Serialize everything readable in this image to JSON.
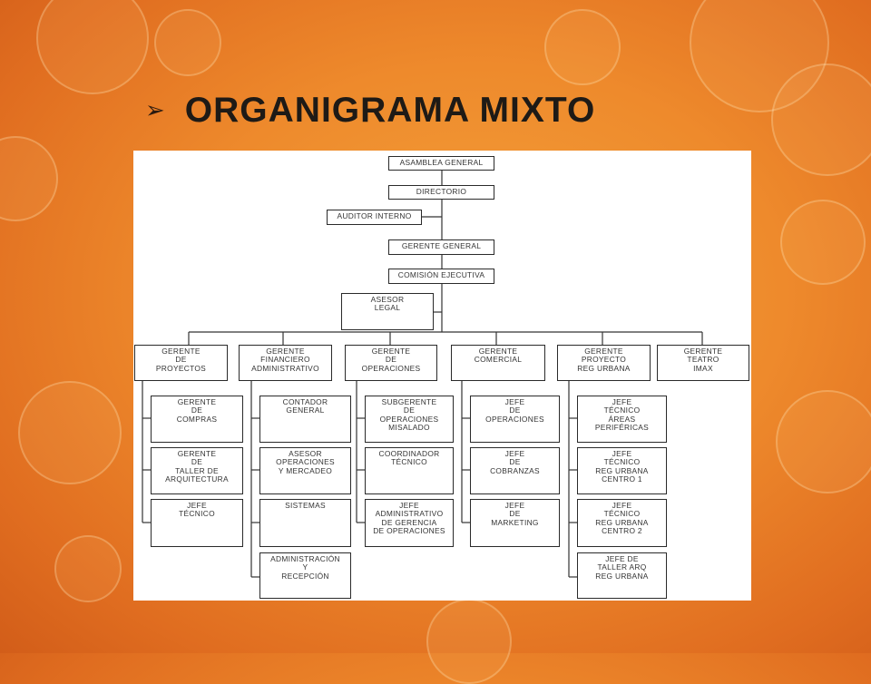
{
  "slide": {
    "bullet_icon": "arrow-bullet-icon",
    "title": "ORGANIGRAMA MIXTO",
    "colors": {
      "background": "#ee8a2c",
      "title": "#1e1a16",
      "chart_bg": "#ffffff"
    }
  },
  "org_chart": {
    "top": {
      "asamblea": "ASAMBLEA GENERAL",
      "directorio": "DIRECTORIO",
      "auditor": "AUDITOR INTERNO",
      "gerente_general": "GERENTE GENERAL",
      "comision": "COMISIÓN EJECUTIVA",
      "asesor_legal": "ASESOR\nLEGAL"
    },
    "managers": [
      "GERENTE\nDE\nPROYECTOS",
      "GERENTE\nFINANCIERO\nADMINISTRATIVO",
      "GERENTE\nDE\nOPERACIONES",
      "GERENTE\nCOMERCIAL",
      "GERENTE\nPROYECTO\nREG URBANA",
      "GERENTE\nTEATRO\nIMAX"
    ],
    "subordinates": [
      [
        "GERENTE\nDE\nCOMPRAS",
        "GERENTE\nDE\nTALLER DE\nARQUITECTURA",
        "JEFE\nTÉCNICO"
      ],
      [
        "CONTADOR\nGENERAL",
        "ASESOR\nOPERACIONES\nY MERCADEO",
        "SISTEMAS",
        "ADMINISTRACIÓN\nY\nRECEPCIÓN"
      ],
      [
        "SUBGERENTE\nDE\nOPERACIONES\nMISALADO",
        "COORDINADOR\nTÉCNICO",
        "JEFE\nADMINISTRATIVO\nDE GERENCIA\nDE OPERACIONES"
      ],
      [
        "JEFE\nDE\nOPERACIONES",
        "JEFE\nDE\nCOBRANZAS",
        "JEFE\nDE\nMARKETING"
      ],
      [
        "JEFE\nTÉCNICO\nÁREAS\nPERIFÉRICAS",
        "JEFE\nTÉCNICO\nREG URBANA\nCENTRO 1",
        "JEFE\nTÉCNICO\nREG URBANA\nCENTRO 2",
        "JEFE DE\nTALLER ARQ\nREG URBANA"
      ]
    ]
  }
}
